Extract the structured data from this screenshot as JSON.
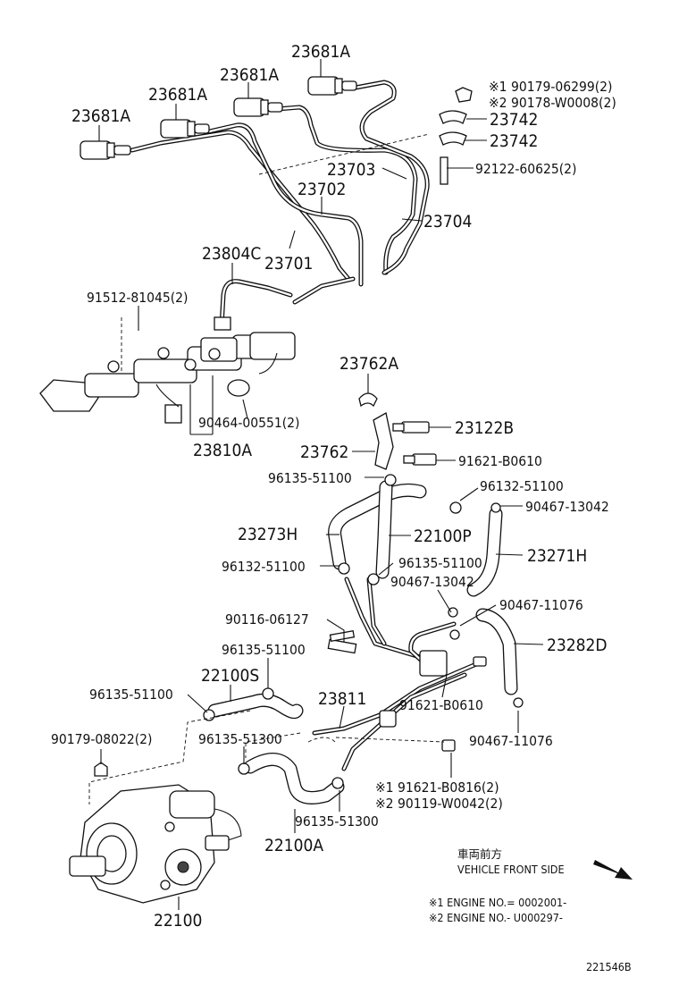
{
  "diagram_id": "221546B",
  "parts": [
    {
      "key": "p23681A_1",
      "text": "23681A"
    },
    {
      "key": "p23681A_2",
      "text": "23681A"
    },
    {
      "key": "p23681A_3",
      "text": "23681A"
    },
    {
      "key": "p23681A_4",
      "text": "23681A"
    },
    {
      "key": "p90179_06299",
      "text": "※1 90179-06299(2)"
    },
    {
      "key": "p90178_W0008",
      "text": "※2 90178-W0008(2)"
    },
    {
      "key": "p23742_1",
      "text": "23742"
    },
    {
      "key": "p23742_2",
      "text": "23742"
    },
    {
      "key": "p23703",
      "text": "23703"
    },
    {
      "key": "p92122",
      "text": "92122-60625(2)"
    },
    {
      "key": "p23702",
      "text": "23702"
    },
    {
      "key": "p23704",
      "text": "23704"
    },
    {
      "key": "p23804C",
      "text": "23804C"
    },
    {
      "key": "p23701",
      "text": "23701"
    },
    {
      "key": "p91512",
      "text": "91512-81045(2)"
    },
    {
      "key": "p90464",
      "text": "90464-00551(2)"
    },
    {
      "key": "p23810A",
      "text": "23810A"
    },
    {
      "key": "p23762A",
      "text": "23762A"
    },
    {
      "key": "p23122B",
      "text": "23122B"
    },
    {
      "key": "p23762",
      "text": "23762"
    },
    {
      "key": "p91621_B0610_1",
      "text": "91621-B0610"
    },
    {
      "key": "p96135_51100_1",
      "text": "96135-51100"
    },
    {
      "key": "p96132_51100_1",
      "text": "96132-51100"
    },
    {
      "key": "p90467_13042_1",
      "text": "90467-13042"
    },
    {
      "key": "p23273H",
      "text": "23273H"
    },
    {
      "key": "p22100P",
      "text": "22100P"
    },
    {
      "key": "p23271H",
      "text": "23271H"
    },
    {
      "key": "p96132_51100_2",
      "text": "96132-51100"
    },
    {
      "key": "p96135_51100_2",
      "text": "96135-51100"
    },
    {
      "key": "p90467_13042_2",
      "text": "90467-13042"
    },
    {
      "key": "p90467_11076_1",
      "text": "90467-11076"
    },
    {
      "key": "p90116",
      "text": "90116-06127"
    },
    {
      "key": "p23282D",
      "text": "23282D"
    },
    {
      "key": "p96135_51100_3",
      "text": "96135-51100"
    },
    {
      "key": "p22100S",
      "text": "22100S"
    },
    {
      "key": "p96135_51100_4",
      "text": "96135-51100"
    },
    {
      "key": "p23811",
      "text": "23811"
    },
    {
      "key": "p91621_B0610_2",
      "text": "91621-B0610"
    },
    {
      "key": "p90467_11076_2",
      "text": "90467-11076"
    },
    {
      "key": "p90179_08022",
      "text": "90179-08022(2)"
    },
    {
      "key": "p96135_51300_1",
      "text": "96135-51300"
    },
    {
      "key": "p91621_B0816",
      "text": "※1 91621-B0816(2)"
    },
    {
      "key": "p90119_W0042",
      "text": "※2 90119-W0042(2)"
    },
    {
      "key": "p96135_51300_2",
      "text": "96135-51300"
    },
    {
      "key": "p22100A",
      "text": "22100A"
    },
    {
      "key": "p22100",
      "text": "22100"
    }
  ],
  "front_side": {
    "jp": "車両前方",
    "en": "VEHICLE FRONT SIDE"
  },
  "notes": [
    "※1 ENGINE NO.= 0002001-",
    "※2 ENGINE NO.- U000297-"
  ]
}
